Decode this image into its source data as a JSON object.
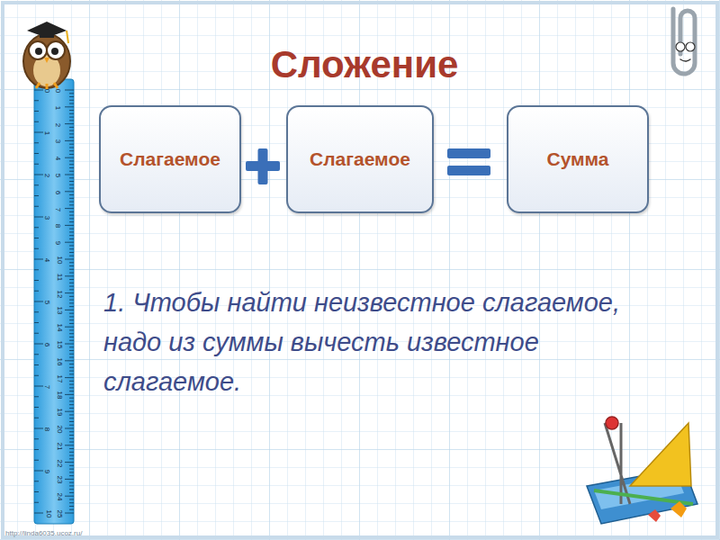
{
  "diagram": {
    "title": "Сложение",
    "nodes": [
      {
        "text": [
          "Слагаемое"
        ]
      },
      {
        "text": [
          "Слагаемое"
        ]
      },
      {
        "text": [
          "Сумма"
        ]
      }
    ],
    "labels": [
      "1. Чтобы найти неизвестное слагаемое, надо из суммы вычесть известное слагаемое.",
      "0",
      "1",
      "2",
      "3",
      "4",
      "5",
      "6",
      "7",
      "8",
      "9",
      "10",
      "11",
      "12",
      "13",
      "14",
      "15",
      "16",
      "17",
      "18",
      "19",
      "20",
      "21",
      "22",
      "23",
      "24",
      "25",
      "0",
      "1",
      "2",
      "3",
      "4",
      "5",
      "6",
      "7",
      "8",
      "9",
      "10",
      "http://linda6035.ucoz.ru/"
    ]
  }
}
